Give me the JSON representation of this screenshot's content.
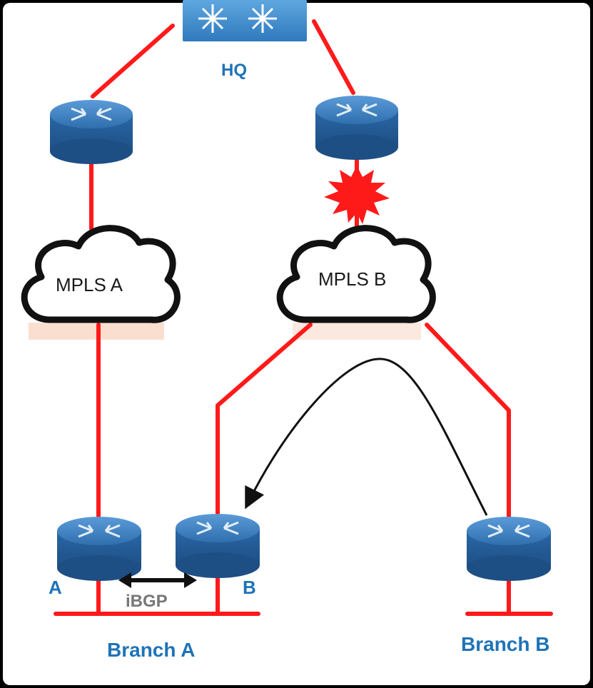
{
  "sites": {
    "hq": "HQ",
    "branch_a": "Branch A",
    "branch_b": "Branch B"
  },
  "clouds": {
    "mpls_a": "MPLS A",
    "mpls_b": "MPLS B"
  },
  "routers": {
    "branch_a_router_a": "A",
    "branch_a_router_b": "B"
  },
  "links": {
    "ibgp": "iBGP"
  },
  "colors": {
    "link": "#ff1a1a",
    "router": "#2e72b6",
    "label": "#1f73b7",
    "failure": "#ff1a1a"
  }
}
